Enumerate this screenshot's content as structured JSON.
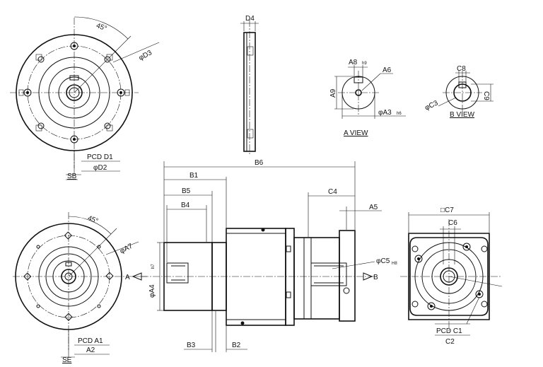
{
  "labels": {
    "top_flange": {
      "angle": "45°",
      "dia": "φD3",
      "pcd": "PCD D1",
      "pcd_dia": "φD2",
      "section": "SB",
      "thickness": "D4"
    },
    "a_view": {
      "a8": "A8",
      "a8_tol": "h9",
      "a6": "A6",
      "a9": "A9",
      "a3": "φA3",
      "a3_tol": "h6",
      "title": "A VIEW"
    },
    "b_view": {
      "c8": "C8",
      "c3": "φC3",
      "c9": "C9",
      "title": "B VIEW"
    },
    "side": {
      "b6": "B6",
      "b1": "B1",
      "b5": "B5",
      "b4": "B4",
      "c4": "C4",
      "a5": "A5",
      "c5": "φC5",
      "c5_tol": "H8",
      "a4": "φA4",
      "a4_tol": "h7",
      "b3": "B3",
      "b2": "B2",
      "arrow_a": "A",
      "arrow_b": "B"
    },
    "output_flange": {
      "angle": "45°",
      "dia": "φA7",
      "pcd": "PCD A1",
      "pcd_dia": "A2",
      "section": "SE"
    },
    "motor_flange": {
      "c7": "□C7",
      "c6": "C6",
      "pcd": "PCD C1",
      "c2": "C2"
    }
  }
}
